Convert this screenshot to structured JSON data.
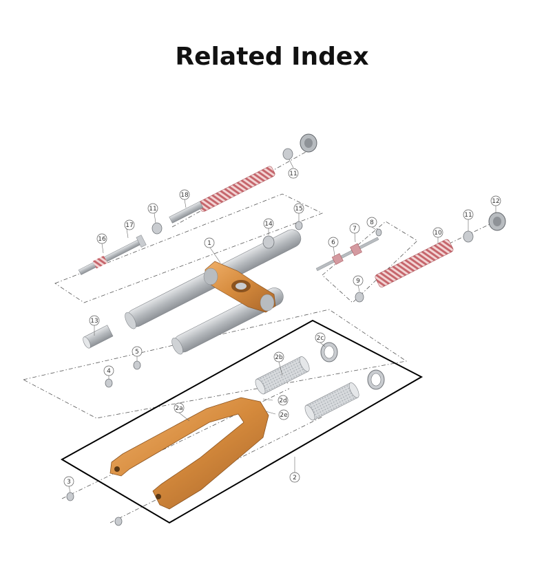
{
  "title": "Related Index",
  "callouts": {
    "c1": "1",
    "c2": "2",
    "c2a": "2a",
    "c2b": "2b",
    "c2c": "2c",
    "c2d": "2d",
    "c2e": "2e",
    "c3": "3",
    "c4": "4",
    "c5": "5",
    "c6": "6",
    "c7": "7",
    "c8": "8",
    "c9": "9",
    "c10": "10",
    "c11a": "11",
    "c11b": "11",
    "c11c": "11",
    "c12": "12",
    "c13": "13",
    "c14": "14",
    "c15": "15",
    "c16": "16",
    "c17": "17",
    "c18": "18"
  },
  "colors": {
    "crown": "#d58a3c",
    "lowers": "#d89046",
    "stanchion": "#b8bcc0",
    "spring": "#c77276",
    "metal": "#c9ccd0",
    "outline": "#000000"
  }
}
